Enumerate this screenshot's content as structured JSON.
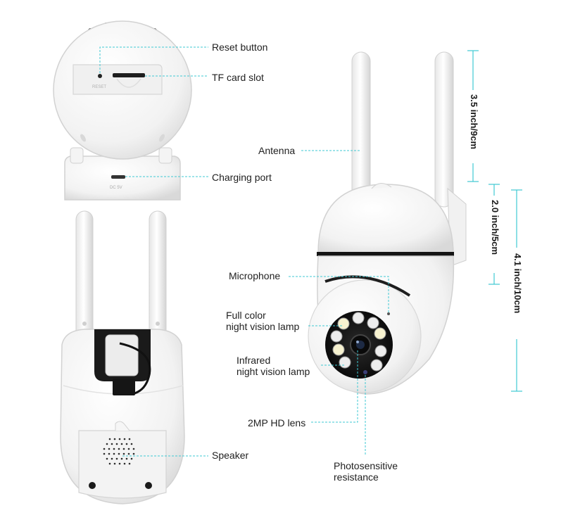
{
  "labels": {
    "reset_button": "Reset button",
    "tf_card_slot": "TF card slot",
    "charging_port": "Charging port",
    "antenna": "Antenna",
    "microphone": "Microphone",
    "full_color_line1": "Full color",
    "full_color_line2": "night vision lamp",
    "infrared_line1": "Infrared",
    "infrared_line2": "night vision lamp",
    "hd_lens": "2MP HD lens",
    "speaker": "Speaker",
    "photosensitive_line1": "Photosensitive",
    "photosensitive_line2": "resistance"
  },
  "dimensions": {
    "antenna_height": "3.5 inch/9cm",
    "head_height": "2.0 inch/5cm",
    "total_height": "4.1 inch/10cm"
  },
  "device_markings": {
    "reset": "RESET",
    "port": "DC 5V"
  },
  "colors": {
    "leader_line": "#3fc9d3",
    "body": "#ffffff",
    "outline": "#d2d2d2",
    "dark": "#1b1b1b"
  }
}
